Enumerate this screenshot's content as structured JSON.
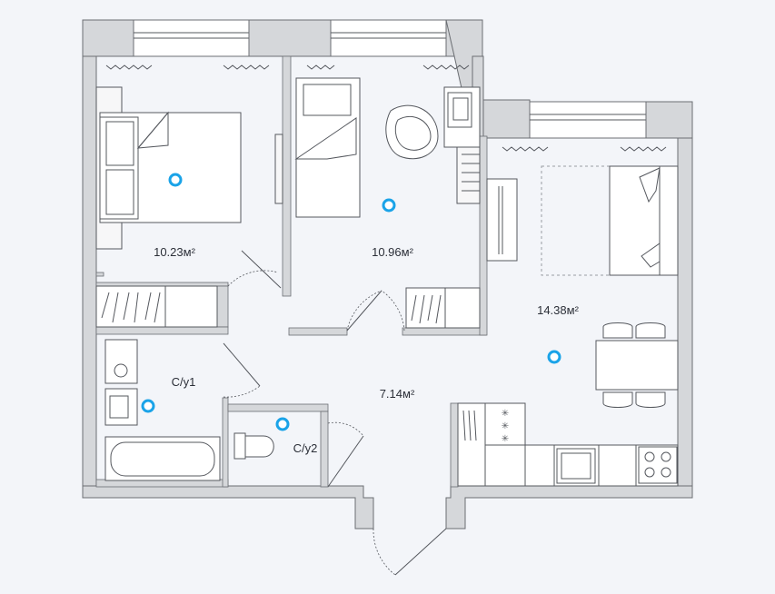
{
  "rooms": {
    "bedroom_left": {
      "area": "10.23м²"
    },
    "bedroom_middle": {
      "area": "10.96м²"
    },
    "living_kitchen": {
      "area": "14.38м²"
    },
    "hallway": {
      "area": "7.14м²"
    },
    "bathroom_1": {
      "label": "С/у1"
    },
    "bathroom_2": {
      "label": "С/у2"
    }
  },
  "colors": {
    "background": "#f3f5f9",
    "wall": "#d5d7da",
    "marker": "#1aa3e8"
  }
}
